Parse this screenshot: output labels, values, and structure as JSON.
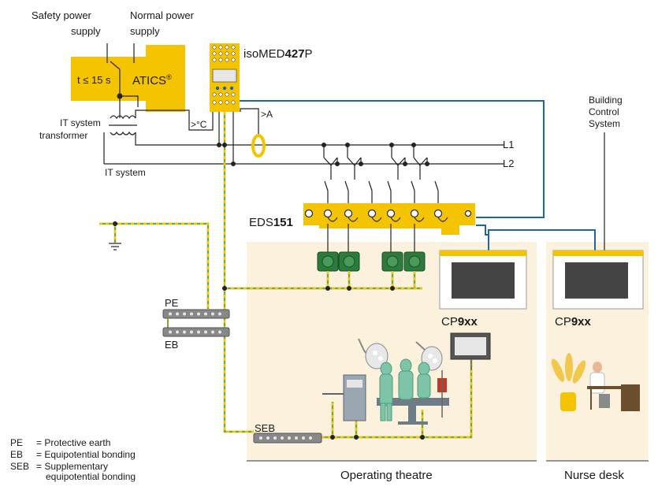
{
  "sources": {
    "safety_line1": "Safety power",
    "safety_line2": "supply",
    "normal_line1": "Normal power",
    "normal_line2": "supply"
  },
  "atics": {
    "timer": "t ≤ 15 s",
    "name": "ATICS",
    "reg": "®"
  },
  "isomed": {
    "prefix": "isoMED",
    "model": "427",
    "suffix": "P"
  },
  "transformer": {
    "line1": "IT system",
    "line2": "transformer",
    "temp": ">°C",
    "current": ">A"
  },
  "it_system": "IT system",
  "lines": {
    "l1": "L1",
    "l2": "L2"
  },
  "eds": {
    "prefix": "EDS",
    "model": "151"
  },
  "building": {
    "line1": "Building",
    "line2": "Control",
    "line3": "System"
  },
  "panels": [
    {
      "prefix": "CP",
      "model": "9xx"
    },
    {
      "prefix": "CP",
      "model": "9xx"
    }
  ],
  "bars": {
    "pe": "PE",
    "eb": "EB",
    "seb": "SEB"
  },
  "legend": [
    {
      "abbr": "PE",
      "text": "= Protective earth"
    },
    {
      "abbr": "EB",
      "text": "= Equipotential bonding"
    },
    {
      "abbr": "SEB",
      "text": "= Supplementary"
    },
    {
      "abbr": "",
      "text": "equipotential bonding"
    }
  ],
  "areas": {
    "theatre": "Operating theatre",
    "nurse": "Nurse desk"
  },
  "colors": {
    "yellow": "#f5c400",
    "blue": "#1f63a8",
    "cream": "#fbf1dc",
    "green": "#2d7a3d",
    "pe_green": "#7aa832"
  }
}
